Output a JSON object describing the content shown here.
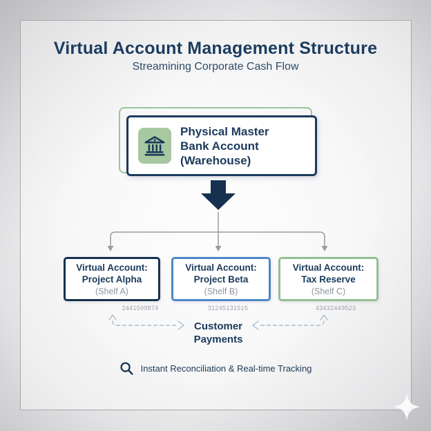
{
  "header": {
    "title": "Virtual Account Management Structure",
    "subtitle": "Streamining Corporate Cash Flow"
  },
  "master": {
    "icon": "bank-icon",
    "line1": "Physical Master",
    "line2": "Bank Account",
    "line3": "(Warehouse)"
  },
  "accounts": [
    {
      "label": "Virtual Account:",
      "name": "Project Alpha",
      "shelf": "(Shelf A)",
      "number": "2441599874",
      "border_color": "#16314f"
    },
    {
      "label": "Virtual Account:",
      "name": "Project Beta",
      "shelf": "(Shelf B)",
      "number": "31245131515",
      "border_color": "#4a87c7"
    },
    {
      "label": "Virtual Account:",
      "name": "Tax Reserve",
      "shelf": "(Shelf C)",
      "number": "43432449523",
      "border_color": "#93bf93"
    }
  ],
  "flow": {
    "down_arrow": "down-arrow-icon",
    "line1": "Customer",
    "line2": "Payments"
  },
  "footer": {
    "icon": "search-icon",
    "text": "Instant Reconciliation & Real-time Tracking"
  },
  "decor": {
    "sparkle": "sparkle-icon"
  },
  "colors": {
    "navy": "#1b3a5c",
    "green_accent": "#9cc39a",
    "blue_accent": "#4a87c7",
    "connector_gray": "#9b9b9b",
    "dashed_arrow": "#a9bccd",
    "shelf_gray": "#8d949c"
  }
}
